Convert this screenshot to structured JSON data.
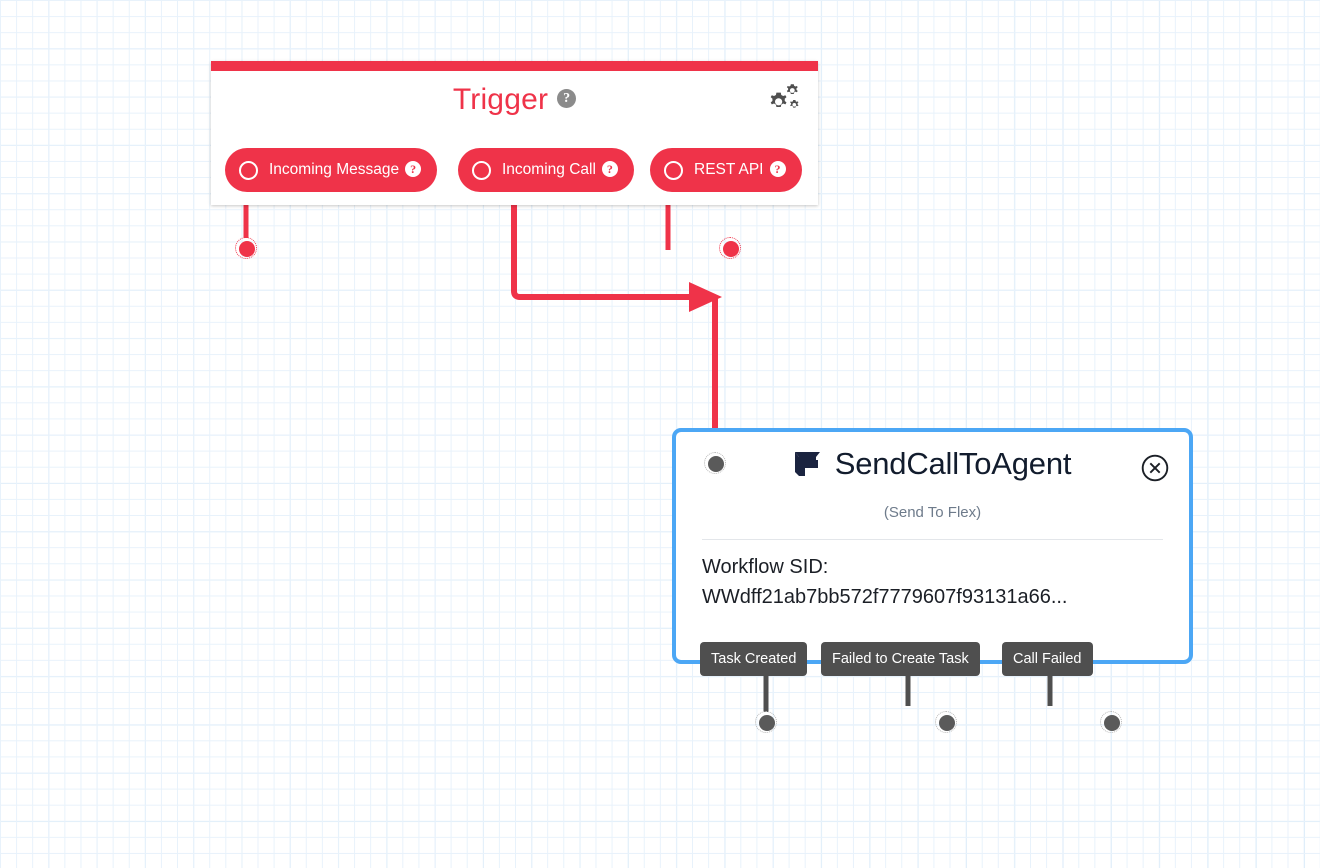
{
  "canvas": {
    "grid_minor_color": "#e8f2fb",
    "grid_major_color": "#d4e8f8",
    "background": "#ffffff"
  },
  "theme": {
    "red": "#EF3349",
    "blue": "#4CA7F5",
    "dark_grey": "#4f4f4f",
    "dot_grey": "#5a5a5a",
    "navy": "#121c2d"
  },
  "trigger_widget": {
    "title": "Trigger",
    "help_glyph": "?",
    "gear_icon": "gears-icon",
    "triggers": [
      {
        "label": "Incoming Message",
        "help_glyph": "?",
        "radio": "radio-empty-icon"
      },
      {
        "label": "Incoming Call",
        "help_glyph": "?",
        "radio": "radio-empty-icon"
      },
      {
        "label": "REST API",
        "help_glyph": "?",
        "radio": "radio-empty-icon"
      }
    ]
  },
  "flex_card": {
    "title": "SendCallToAgent",
    "subtitle": "(Send To Flex)",
    "logo_icon": "twilio-flex-logo-icon",
    "close_glyph": "×",
    "properties": [
      {
        "label": "Workflow SID:",
        "value": "WWdff21ab7bb572f7779607f93131a66..."
      }
    ],
    "outputs": [
      {
        "label": "Task Created"
      },
      {
        "label": "Failed to Create Task"
      },
      {
        "label": "Call Failed"
      }
    ]
  }
}
